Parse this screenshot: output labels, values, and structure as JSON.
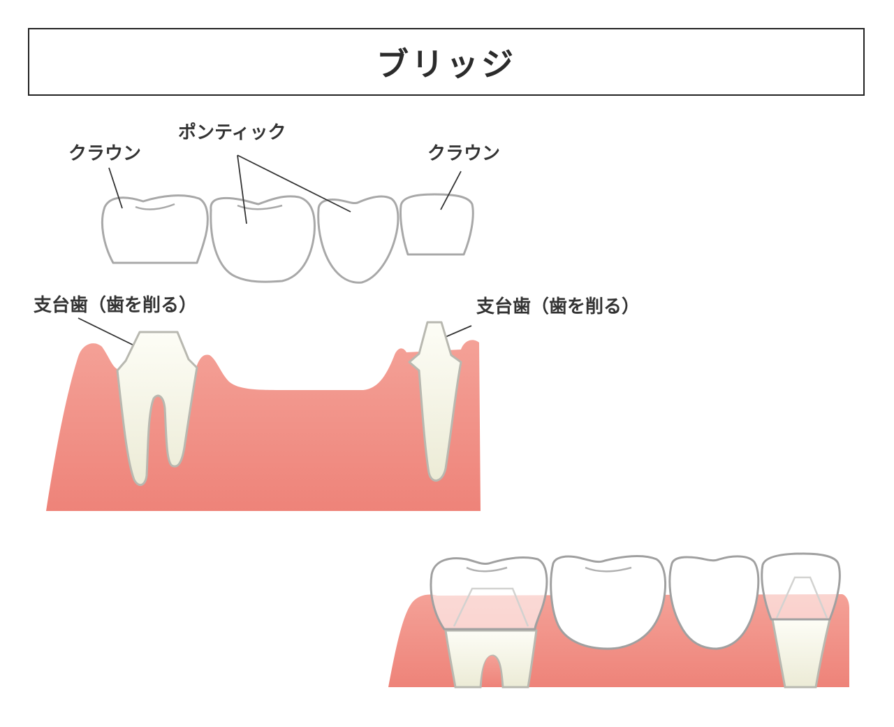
{
  "title": "ブリッジ",
  "labels": {
    "crown_left": "クラウン",
    "pontic": "ポンティック",
    "crown_right": "クラウン",
    "abutment_left": "支台歯（歯を削る）",
    "abutment_right": "支台歯（歯を削る）"
  },
  "colors": {
    "gum_top": "#f29a90",
    "gum_bottom": "#ee8478",
    "tooth_fill": "#fbfbf1",
    "tooth_outline": "#a8a8a8",
    "line": "#333333"
  }
}
